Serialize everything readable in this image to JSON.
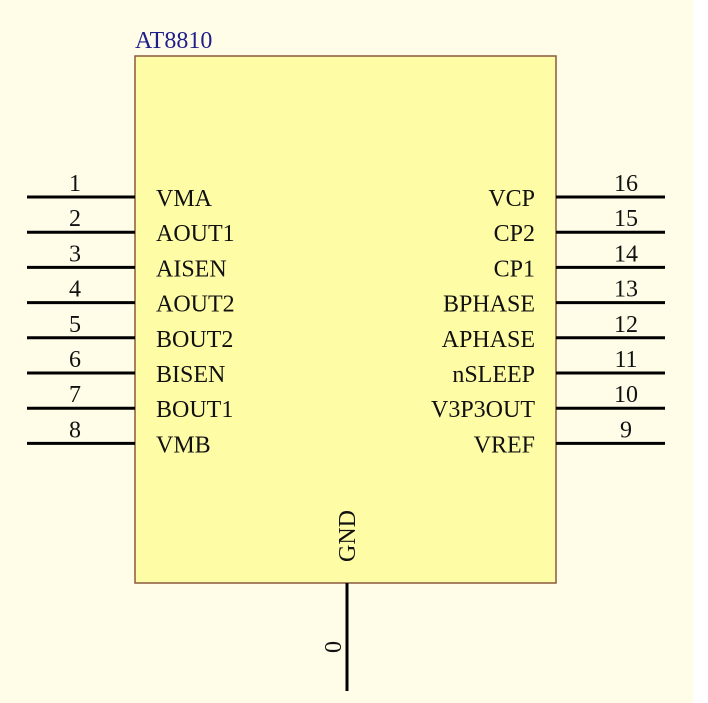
{
  "component": {
    "designator": "AT8810",
    "body_fill": "#fffca6",
    "body_stroke": "#8b5a3c",
    "title_color": "#1f1f8a",
    "background": "#fffde8"
  },
  "left_pins": [
    {
      "number": "1",
      "name": "VMA"
    },
    {
      "number": "2",
      "name": "AOUT1"
    },
    {
      "number": "3",
      "name": "AISEN"
    },
    {
      "number": "4",
      "name": "AOUT2"
    },
    {
      "number": "5",
      "name": "BOUT2"
    },
    {
      "number": "6",
      "name": "BISEN"
    },
    {
      "number": "7",
      "name": "BOUT1"
    },
    {
      "number": "8",
      "name": "VMB"
    }
  ],
  "right_pins": [
    {
      "number": "16",
      "name": "VCP"
    },
    {
      "number": "15",
      "name": "CP2"
    },
    {
      "number": "14",
      "name": "CP1"
    },
    {
      "number": "13",
      "name": "BPHASE"
    },
    {
      "number": "12",
      "name": "APHASE"
    },
    {
      "number": "11",
      "name": "nSLEEP"
    },
    {
      "number": "10",
      "name": "V3P3OUT"
    },
    {
      "number": "9",
      "name": "VREF"
    }
  ],
  "bottom_pins": [
    {
      "number": "0",
      "name": "GND"
    }
  ]
}
